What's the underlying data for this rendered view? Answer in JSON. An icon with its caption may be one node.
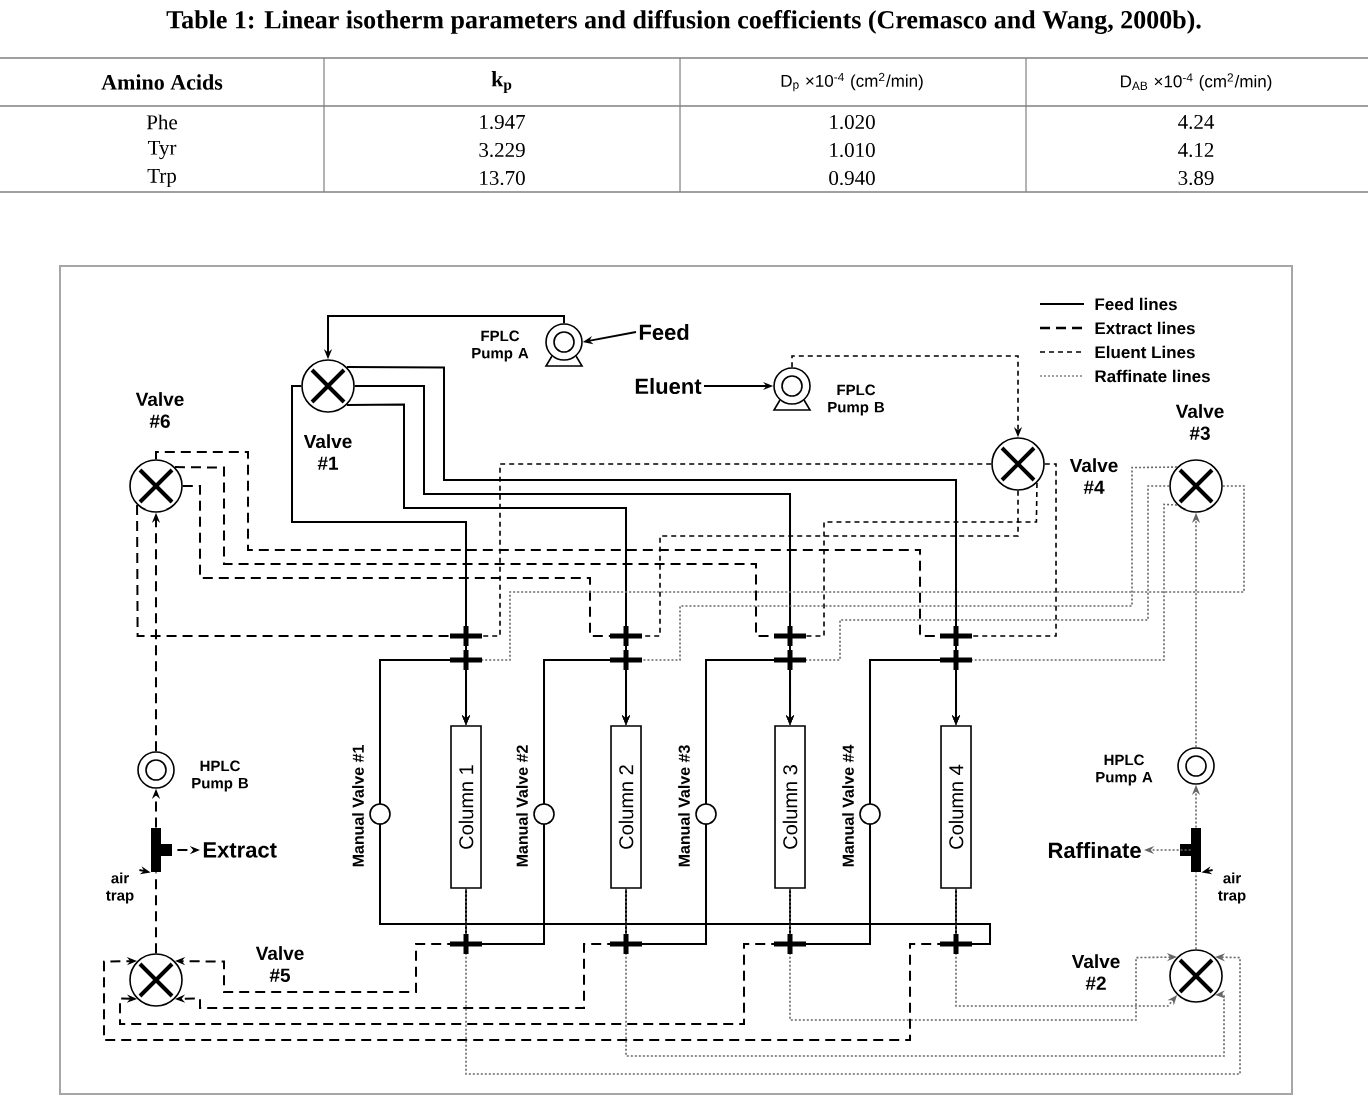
{
  "diagram": {
    "title": "Table 1: Linear isotherm parameters and diffusion coefficients (Cremasco and Wang, 2000b).",
    "nodes": [
      {
        "text": [],
        "shape": "pump",
        "beside": [
          "FPLC Pump A"
        ]
      },
      {
        "text": [
          "Feed"
        ]
      },
      {
        "text": [
          "Eluent"
        ]
      },
      {
        "text": [],
        "shape": "pump",
        "beside": [
          "FPLC Pump B"
        ]
      },
      {
        "text": [],
        "shape": "valve",
        "beside": [
          "Valve #6"
        ]
      },
      {
        "text": [],
        "shape": "valve",
        "beside": [
          "Valve #1"
        ]
      },
      {
        "text": [],
        "shape": "valve",
        "beside": [
          "Valve #4"
        ]
      },
      {
        "text": [],
        "shape": "valve",
        "beside": [
          "Valve #3"
        ]
      },
      {
        "text": [
          "Column 1"
        ]
      },
      {
        "text": [
          "Column 2"
        ]
      },
      {
        "text": [
          "Column 3"
        ]
      },
      {
        "text": [
          "Column 4"
        ]
      },
      {
        "text": [],
        "shape": "pump",
        "beside": [
          "HPLC Pump B"
        ]
      },
      {
        "text": [],
        "shape": "pump",
        "beside": [
          "HPLC Pump A"
        ]
      },
      {
        "text": [],
        "shape": "bar"
      },
      {
        "text": [
          "Extract"
        ]
      },
      {
        "text": [
          "air trap"
        ]
      },
      {
        "text": [
          "Raffinate"
        ]
      },
      {
        "text": [],
        "shape": "bar"
      },
      {
        "text": [
          "air trap"
        ]
      },
      {
        "text": [],
        "shape": "valve",
        "beside": [
          "Valve #5"
        ]
      },
      {
        "text": [],
        "shape": "valve",
        "beside": [
          "Valve #2"
        ]
      }
    ],
    "edges": [
      {
        "from": 1,
        "to": 0,
        "arrow": "to"
      },
      {
        "from": 0,
        "to": 5,
        "arrow": "to"
      },
      {
        "from": 5,
        "to": 8,
        "arrow": "to"
      },
      {
        "from": 5,
        "to": 9,
        "arrow": "to"
      },
      {
        "from": 5,
        "to": 10,
        "arrow": "to"
      },
      {
        "from": 5,
        "to": 11,
        "arrow": "to"
      },
      {
        "from": 2,
        "to": 3,
        "arrow": "to"
      },
      {
        "from": 3,
        "to": 6,
        "arrow": "to",
        "style": "dashed"
      },
      {
        "from": 6,
        "to": 8,
        "arrow": "to",
        "style": "dashed"
      },
      {
        "from": 6,
        "to": 9,
        "arrow": "to",
        "style": "dashed"
      },
      {
        "from": 6,
        "to": 10,
        "arrow": "to",
        "style": "dashed"
      },
      {
        "from": 6,
        "to": 11,
        "arrow": "to",
        "style": "dashed"
      },
      {
        "from": 4,
        "to": 8,
        "arrow": "to",
        "style": "dashed"
      },
      {
        "from": 4,
        "to": 9,
        "arrow": "to",
        "style": "dashed"
      },
      {
        "from": 4,
        "to": 10,
        "arrow": "to",
        "style": "dashed"
      },
      {
        "from": 4,
        "to": 11,
        "arrow": "to",
        "style": "dashed"
      },
      {
        "from": 7,
        "to": 8,
        "arrow": "to",
        "style": "dashed",
        "color": "#666666"
      },
      {
        "from": 7,
        "to": 9,
        "arrow": "to",
        "style": "dashed",
        "color": "#666666"
      },
      {
        "from": 7,
        "to": 10,
        "arrow": "to",
        "style": "dashed",
        "color": "#666666"
      },
      {
        "from": 7,
        "to": 11,
        "arrow": "to",
        "style": "dashed",
        "color": "#666666"
      },
      {
        "from": 8,
        "to": 9,
        "arrow": "to"
      },
      {
        "from": 9,
        "to": 10,
        "arrow": "to"
      },
      {
        "from": 10,
        "to": 11,
        "arrow": "to"
      },
      {
        "from": 11,
        "to": 8,
        "arrow": "to"
      },
      {
        "from": 8,
        "to": 20,
        "arrow": "to",
        "style": "dashed"
      },
      {
        "from": 9,
        "to": 20,
        "arrow": "to",
        "style": "dashed"
      },
      {
        "from": 10,
        "to": 20,
        "arrow": "to",
        "style": "dashed"
      },
      {
        "from": 11,
        "to": 20,
        "arrow": "to",
        "style": "dashed"
      },
      {
        "from": 20,
        "to": 14,
        "arrow": "none",
        "style": "dashed"
      },
      {
        "from": 14,
        "to": 12,
        "arrow": "to",
        "style": "dashed"
      },
      {
        "from": 12,
        "to": 4,
        "arrow": "to",
        "style": "dashed"
      },
      {
        "from": 14,
        "to": 15,
        "arrow": "to",
        "style": "dashed"
      },
      {
        "from": 16,
        "to": 14,
        "arrow": "to"
      },
      {
        "from": 8,
        "to": 21,
        "arrow": "to",
        "style": "dashed",
        "color": "#666666"
      },
      {
        "from": 9,
        "to": 21,
        "arrow": "to",
        "style": "dashed",
        "color": "#666666"
      },
      {
        "from": 10,
        "to": 21,
        "arrow": "to",
        "style": "dashed",
        "color": "#666666"
      },
      {
        "from": 11,
        "to": 21,
        "arrow": "to",
        "style": "dashed",
        "color": "#666666"
      },
      {
        "from": 21,
        "to": 18,
        "arrow": "none",
        "style": "dashed",
        "color": "#666666"
      },
      {
        "from": 18,
        "to": 13,
        "arrow": "to",
        "style": "dashed",
        "color": "#666666"
      },
      {
        "from": 13,
        "to": 7,
        "arrow": "to",
        "style": "dashed",
        "color": "#666666"
      },
      {
        "from": 18,
        "to": 17,
        "arrow": "to",
        "style": "dashed",
        "color": "#666666"
      },
      {
        "from": 19,
        "to": 18,
        "arrow": "to"
      }
    ],
    "labels": [
      "Amino Acids",
      "k$_{p}$",
      "D$_{p}$ ×10$^{-4}$ (cm$^{2}$/min)",
      "D$_{AB}$ ×10$^{-4}$ (cm$^{2}$/min)",
      "Phe",
      "1.947",
      "1.020",
      "4.24",
      "Tyr",
      "3.229",
      "1.010",
      "4.12",
      "Trp",
      "13.70",
      "0.940",
      "3.89",
      "Manual Valve #1",
      "Manual Valve #2",
      "Manual Valve #3",
      "Manual Valve #4"
    ],
    "legend": [
      {
        "text": "Feed lines"
      },
      {
        "text": "Extract lines"
      },
      {
        "text": "Eluent Lines"
      },
      {
        "text": "Raffinate lines"
      }
    ]
  }
}
